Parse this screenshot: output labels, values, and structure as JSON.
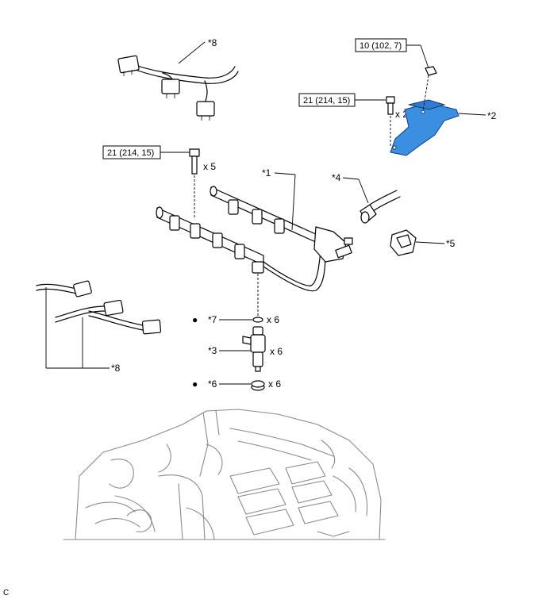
{
  "callouts": {
    "p8_top": "*8",
    "p2": "*2",
    "p1": "*1",
    "p4": "*4",
    "p5": "*5",
    "p7": "*7",
    "p3": "*3",
    "p6": "*6",
    "p8_left": "*8"
  },
  "torque_specs": {
    "top_right": "10 (102, 7)",
    "middle_right": "21 (214, 15)",
    "left": "21 (214, 15)"
  },
  "quantities": {
    "bolt_bracket": "x 2",
    "bolt_rail": "x 5",
    "oring": "x 6",
    "injector": "x 6",
    "insulator": "x 6"
  },
  "bullets": {
    "p7": "●",
    "p6": "●"
  },
  "corner_code": "C"
}
